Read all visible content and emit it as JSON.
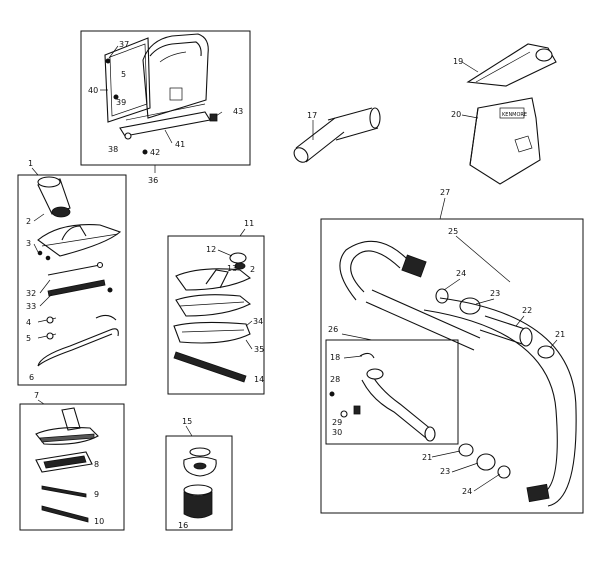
{
  "diagram": {
    "callouts": {
      "c37": "37",
      "c40": "40",
      "c5": "5",
      "c39": "39",
      "c38a": "38",
      "c42": "42",
      "c41": "41",
      "c43": "43",
      "c36": "36",
      "c17": "17",
      "c19": "19",
      "c20": "20",
      "c1": "1",
      "c2": "2",
      "c3": "3",
      "c32": "32",
      "c33": "33",
      "c4": "4",
      "c5b": "5",
      "c6": "6",
      "c11": "11",
      "c12": "12",
      "c13": "13",
      "c2b": "2",
      "c34": "34",
      "c35": "35",
      "c14": "14",
      "c27": "27",
      "c25": "25",
      "c24": "24",
      "c23": "23",
      "c22": "22",
      "c21": "21",
      "c26": "26",
      "c18": "18",
      "c28": "28",
      "c29": "29",
      "c30": "30",
      "c21b": "21",
      "c23b": "23",
      "c24b": "24",
      "c7": "7",
      "c8": "8",
      "c9": "9",
      "c10": "10",
      "c15": "15",
      "c16": "16"
    },
    "logo_plate": "KENMORE"
  }
}
